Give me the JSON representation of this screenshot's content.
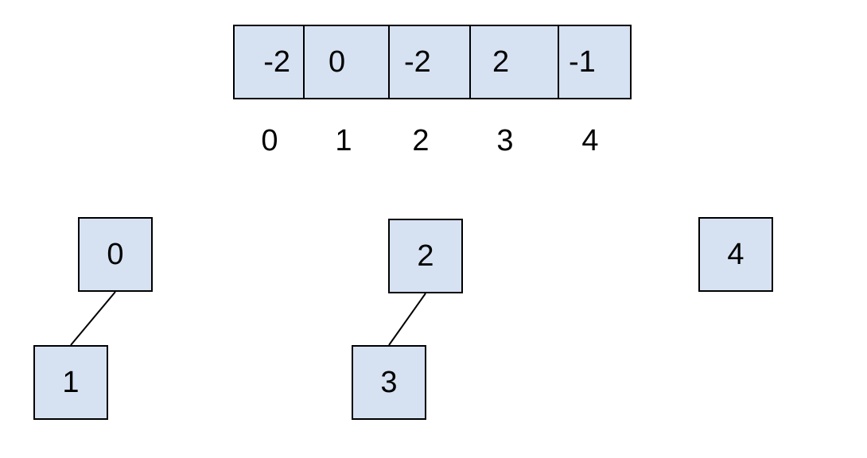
{
  "array": {
    "cells": [
      "-2",
      "0",
      "-2",
      "2",
      "-1"
    ],
    "indices": [
      "0",
      "1",
      "2",
      "3",
      "4"
    ]
  },
  "trees": {
    "nodes": [
      "0",
      "1",
      "2",
      "3",
      "4"
    ]
  },
  "colors": {
    "box_fill": "#d6e2f2",
    "border": "#000000"
  }
}
